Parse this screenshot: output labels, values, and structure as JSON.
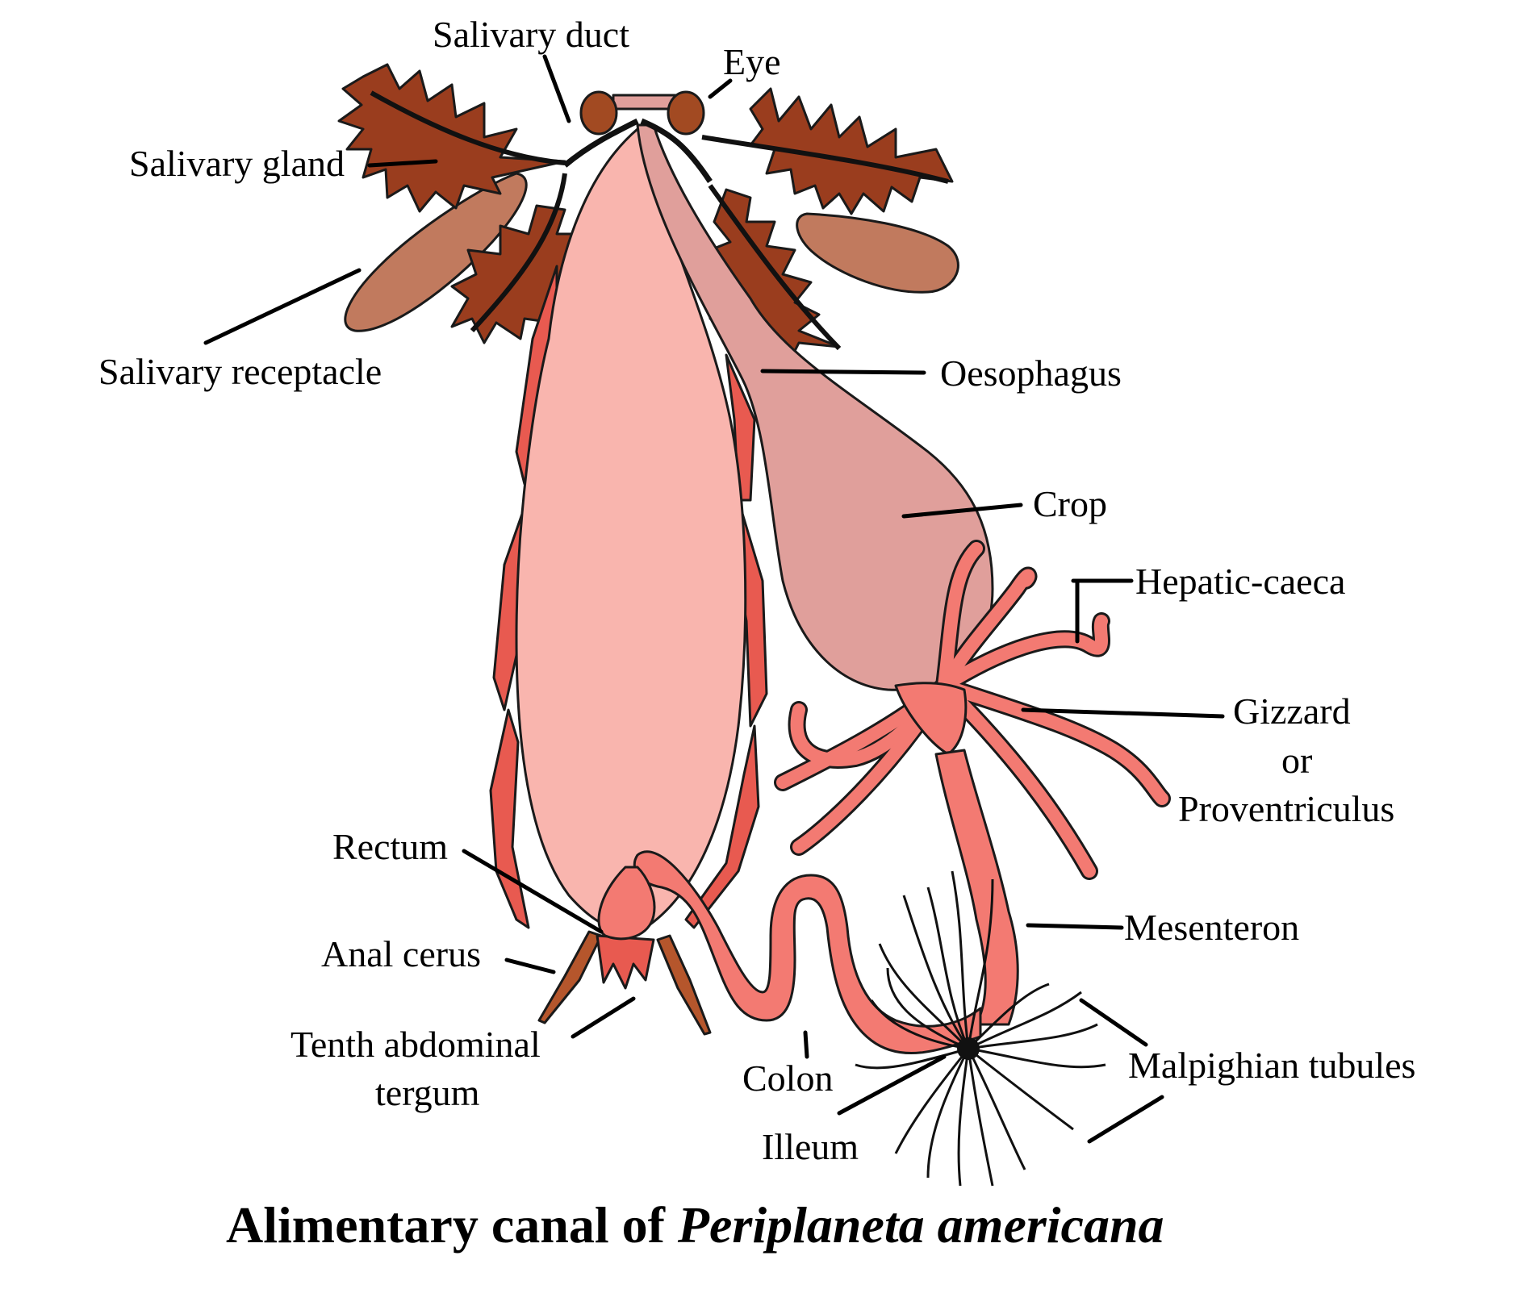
{
  "labels": {
    "salivary_duct": "Salivary duct",
    "eye": "Eye",
    "salivary_gland": "Salivary gland",
    "salivary_receptacle": "Salivary receptacle",
    "oesophagus": "Oesophagus",
    "crop": "Crop",
    "hepatic_caeca": "Hepatic-caeca",
    "gizzard_line1": "Gizzard",
    "gizzard_line2": "or",
    "gizzard_line3": "Proventriculus",
    "rectum": "Rectum",
    "anal_cerus": "Anal cerus",
    "tenth_line1": "Tenth abdominal",
    "tenth_line2": "tergum",
    "mesenteron": "Mesenteron",
    "malpighian_tubules": "Malpighian tubules",
    "colon": "Colon",
    "illeum": "Illeum"
  },
  "title": {
    "prefix": "Alimentary canal of ",
    "species": "Periplaneta americana"
  },
  "colors": {
    "body": "#f9b5ae",
    "crop": "#e09f9b",
    "tissue": "#f37a72",
    "segment": "#e85a50",
    "gland": "#9a3d1e",
    "receptacle": "#c17a5e",
    "eye": "#a24a22",
    "tubules": "#111111"
  }
}
